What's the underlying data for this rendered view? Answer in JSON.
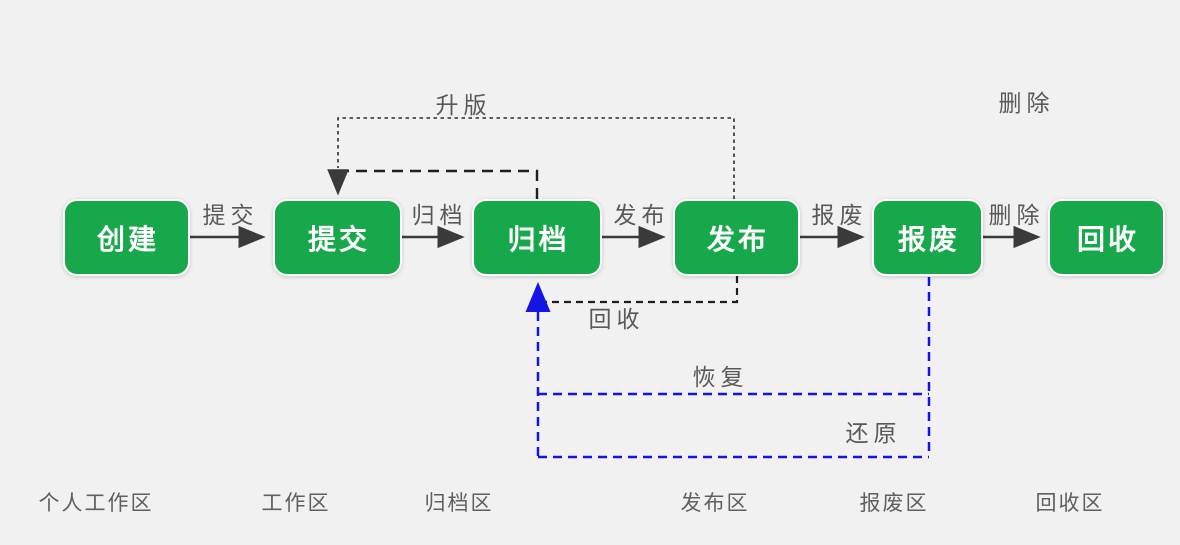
{
  "diagram": {
    "nodes": [
      {
        "id": "create",
        "label": "创建"
      },
      {
        "id": "submit",
        "label": "提交"
      },
      {
        "id": "archive",
        "label": "归档"
      },
      {
        "id": "publish",
        "label": "发布"
      },
      {
        "id": "scrap",
        "label": "报废"
      },
      {
        "id": "recycle",
        "label": "回收"
      }
    ],
    "edges": [
      {
        "from": "create",
        "to": "submit",
        "label": "提交",
        "style": "solid-arrow"
      },
      {
        "from": "submit",
        "to": "archive",
        "label": "归档",
        "style": "solid-arrow"
      },
      {
        "from": "archive",
        "to": "publish",
        "label": "发布",
        "style": "solid-arrow"
      },
      {
        "from": "publish",
        "to": "scrap",
        "label": "报废",
        "style": "solid-arrow"
      },
      {
        "from": "scrap",
        "to": "recycle",
        "label": "删除",
        "style": "solid-arrow"
      },
      {
        "from": "publish",
        "to": "submit",
        "label": "升版",
        "style": "dotted-black"
      },
      {
        "from": "archive",
        "to": "submit",
        "label": "",
        "style": "dashed-black"
      },
      {
        "from": "publish",
        "to": "archive",
        "label": "回收",
        "style": "dashed-black"
      },
      {
        "from": "scrap",
        "to": "archive",
        "label": "恢复",
        "style": "dashed-blue"
      },
      {
        "from": "scrap",
        "to": "archive",
        "label": "还原",
        "style": "dashed-blue"
      }
    ],
    "floating_labels": [
      {
        "label": "删除"
      }
    ],
    "zones": [
      {
        "label": "个人工作区"
      },
      {
        "label": "工作区"
      },
      {
        "label": "归档区"
      },
      {
        "label": "发布区"
      },
      {
        "label": "报废区"
      },
      {
        "label": "回收区"
      }
    ],
    "colors": {
      "background": "#f1f1f2",
      "node_fill": "#17a84b",
      "node_text": "#ffffff",
      "edge_dark": "#3a3a3a",
      "label_gray": "#595959",
      "blue_accent": "#1414e6"
    }
  }
}
